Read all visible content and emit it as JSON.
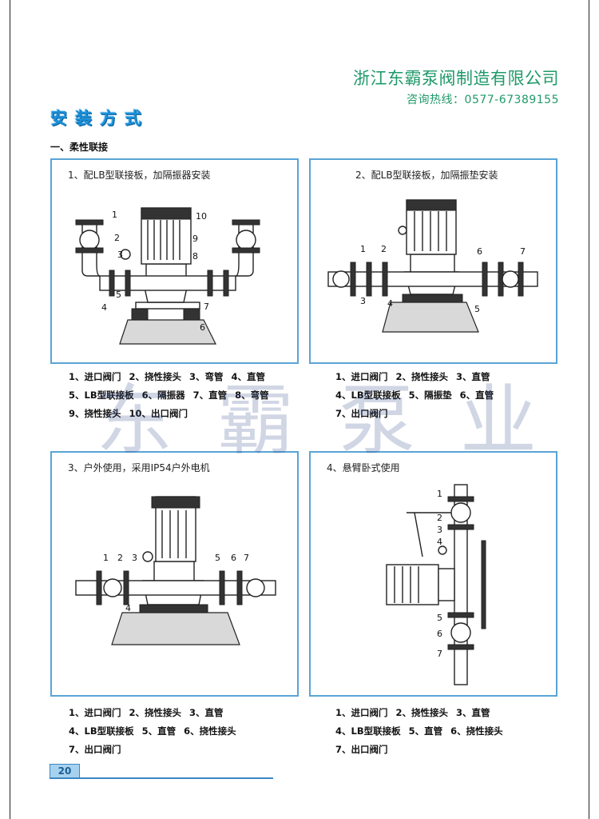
{
  "header": {
    "company": "浙江东霸泵阀制造有限公司",
    "hotline": "咨询热线：0577-67389155"
  },
  "section_title": "安装方式",
  "sub_title": "一、柔性联接",
  "watermark": "东霸泵业",
  "page_number": "20",
  "panels": [
    {
      "caption": "1、配LB型联接板，加隔振器安装",
      "legend_rows": [
        [
          "1、进口阀门",
          "2、挠性接头",
          "3、弯管",
          "4、直管"
        ],
        [
          "5、LB型联接板",
          "6、隔振器",
          "7、直管",
          "8、弯管"
        ],
        [
          "9、挠性接头",
          "10、出口阀门"
        ]
      ],
      "labels": [
        "1",
        "2",
        "3",
        "4",
        "5",
        "6",
        "7",
        "8",
        "9",
        "10"
      ]
    },
    {
      "caption": "2、配LB型联接板，加隔振垫安装",
      "legend_rows": [
        [
          "1、进口阀门",
          "2、挠性接头",
          "3、直管"
        ],
        [
          "4、LB型联接板",
          "5、隔振垫",
          "6、直管"
        ],
        [
          "7、出口阀门"
        ]
      ],
      "labels": [
        "1",
        "2",
        "3",
        "4",
        "5",
        "6",
        "7"
      ]
    },
    {
      "caption": "3、户外使用，采用IP54户外电机",
      "legend_rows": [
        [
          "1、进口阀门",
          "2、挠性接头",
          "3、直管"
        ],
        [
          "4、LB型联接板",
          "5、直管",
          "6、挠性接头"
        ],
        [
          "7、出口阀门"
        ]
      ],
      "labels": [
        "1",
        "2",
        "3",
        "4",
        "5",
        "6",
        "7"
      ]
    },
    {
      "caption": "4、悬臂卧式使用",
      "legend_rows": [
        [
          "1、进口阀门",
          "2、挠性接头",
          "3、直管"
        ],
        [
          "4、LB型联接板",
          "5、直管",
          "6、挠性接头"
        ],
        [
          "7、出口阀门"
        ]
      ],
      "labels": [
        "1",
        "2",
        "3",
        "4",
        "5",
        "6",
        "7"
      ]
    }
  ]
}
